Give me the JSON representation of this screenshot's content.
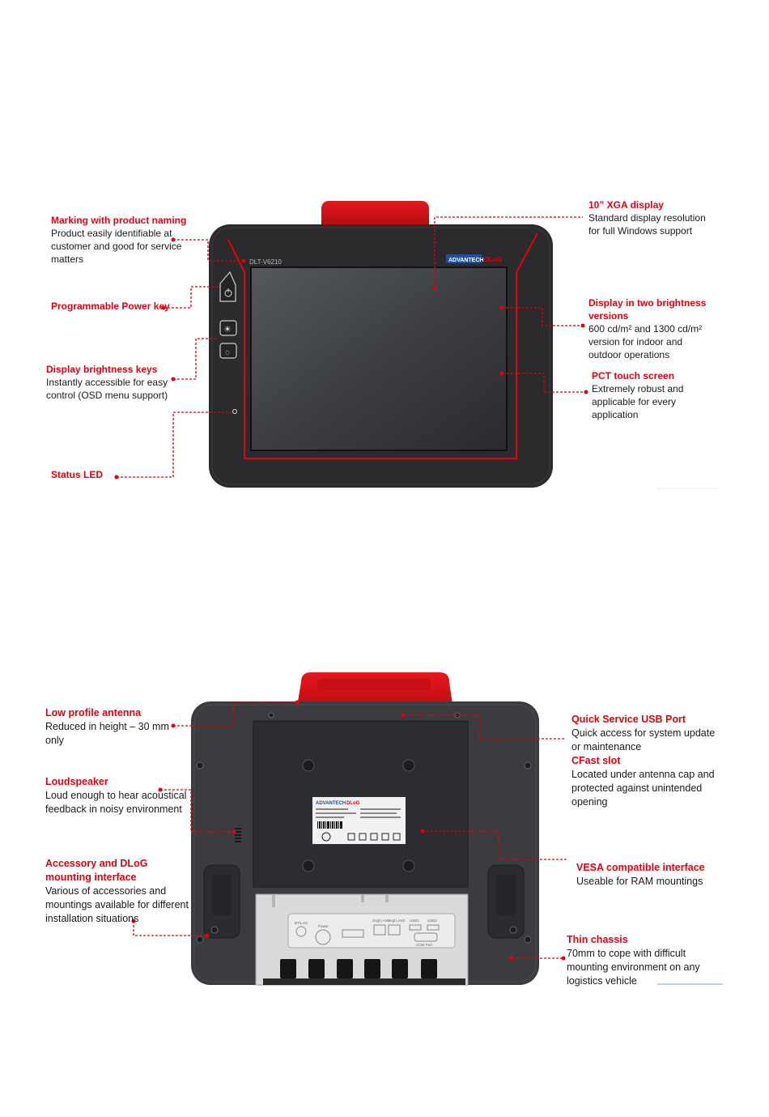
{
  "front": {
    "model_label": "DLT-V6210",
    "brand_label": "ADVANTECH",
    "brand_suffix": "DLoG",
    "callouts": {
      "marking": {
        "title": "Marking with product naming",
        "desc": "Product easily identifiable at customer and good for service matters"
      },
      "power": {
        "title": "Programmable Power key",
        "desc": ""
      },
      "brightness_keys": {
        "title": "Display brightness keys",
        "desc": "Instantly accessible for easy control (OSD menu support)"
      },
      "status_led": {
        "title": "Status LED",
        "desc": ""
      },
      "xga": {
        "title": "10” XGA display",
        "desc": "Standard display resolution for full Windows support"
      },
      "brightness_versions": {
        "title": "Display in two brightness versions",
        "desc": "600 cd/m² and 1300 cd/m² version for indoor and outdoor operations"
      },
      "pct": {
        "title": "PCT touch screen",
        "desc": "Extremely robust and applicable for every application"
      }
    }
  },
  "back": {
    "label_brand": "ADVANTECH",
    "label_suffix": "DLoG",
    "port_labels": [
      "BT/LAN",
      "Power",
      "Sngl LAN1",
      "Sngl LAN2",
      "USB1",
      "USB2",
      "COM Port"
    ],
    "callouts": {
      "antenna": {
        "title": "Low profile antenna",
        "desc": "Reduced in height – 30 mm only"
      },
      "loudspeaker": {
        "title": "Loudspeaker",
        "desc": "Loud enough to hear acoustical feedback in noisy environment"
      },
      "accessory": {
        "title": "Accessory and DLoG mounting interface",
        "desc": "Various of accessories and mountings available for different installation situations"
      },
      "usb": {
        "title": "Quick Service USB  Port",
        "desc": "Quick access for system update or maintenance"
      },
      "cfast": {
        "title": "CFast slot",
        "desc": "Located under antenna cap and protected against unintended opening"
      },
      "vesa": {
        "title": "VESA compatible interface",
        "desc": "Useable for RAM mountings"
      },
      "chassis": {
        "title": "Thin chassis",
        "desc": "70mm to cope with difficult mounting environment on any logistics vehicle"
      }
    }
  },
  "colors": {
    "accent": "#e3000f",
    "device_dark": "#2b2b2d",
    "screen": "#3a3c40"
  }
}
